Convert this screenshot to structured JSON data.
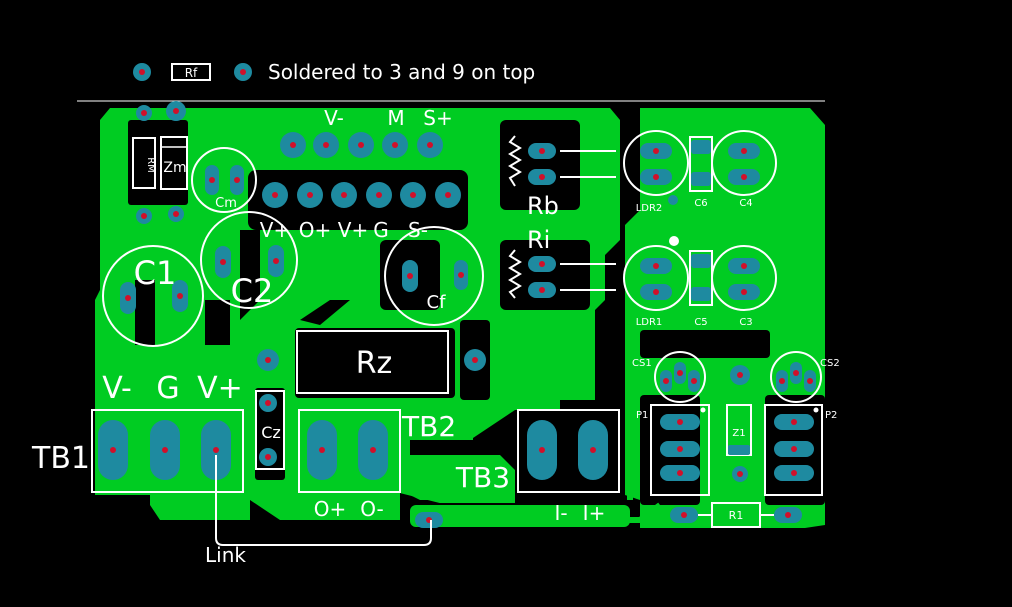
{
  "board": {
    "top_note": "Soldered to 3 and 9 on top",
    "colors": {
      "background": "#000000",
      "copper": "#00cc22",
      "pad": "#1e8aa0",
      "drill": "#d0102a",
      "silkscreen": "#ffffff"
    }
  },
  "labels": {
    "rf": "Rf",
    "rm": "RM",
    "zm": "Zm",
    "cm": "Cm",
    "c1": "C1",
    "c2": "C2",
    "cf": "Cf",
    "rz": "Rz",
    "cz": "Cz",
    "rb": "Rb",
    "ri": "Ri",
    "tb1": "TB1",
    "tb2": "TB2",
    "tb3": "TB3",
    "ldr2": "LDR2",
    "c6": "C6",
    "c4": "C4",
    "ldr1": "LDR1",
    "c5": "C5",
    "c3": "C3",
    "cs1": "CS1",
    "cs2": "CS2",
    "p1": "P1",
    "p2": "P2",
    "z1": "Z1",
    "r1": "R1",
    "link": "Link",
    "header_top": {
      "v_minus": "V-",
      "m": "M",
      "s_plus": "S+"
    },
    "header_mid": {
      "v_plus": "V+",
      "o_plus": "O+",
      "v_plus_2": "V+",
      "g": "G",
      "s_minus": "S-"
    },
    "tb1_pins": {
      "v_minus": "V-",
      "g": "G",
      "v_plus": "V+"
    },
    "tb2_pins": {
      "o_plus": "O+",
      "o_minus": "O-"
    },
    "tb3_pins": {
      "i_minus": "I-",
      "i_plus": "I+"
    }
  }
}
